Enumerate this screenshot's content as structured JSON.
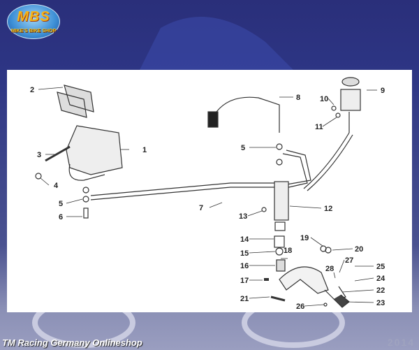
{
  "logo": {
    "main": "MBS",
    "sub": "MIKE'S BIKE SHOP"
  },
  "footer": {
    "shop": "TM Racing Germany  Onlineshop",
    "year": "2014"
  },
  "callouts": [
    "2",
    "1",
    "3",
    "4",
    "5",
    "6",
    "8",
    "9",
    "10",
    "11",
    "5",
    "7",
    "13",
    "12",
    "14",
    "15",
    "16",
    "17",
    "18",
    "19",
    "20",
    "27",
    "28",
    "25",
    "24",
    "22",
    "21",
    "26",
    "23"
  ],
  "colors": {
    "background": "#2d3584",
    "panel": "#ffffff",
    "line": "#333333"
  }
}
